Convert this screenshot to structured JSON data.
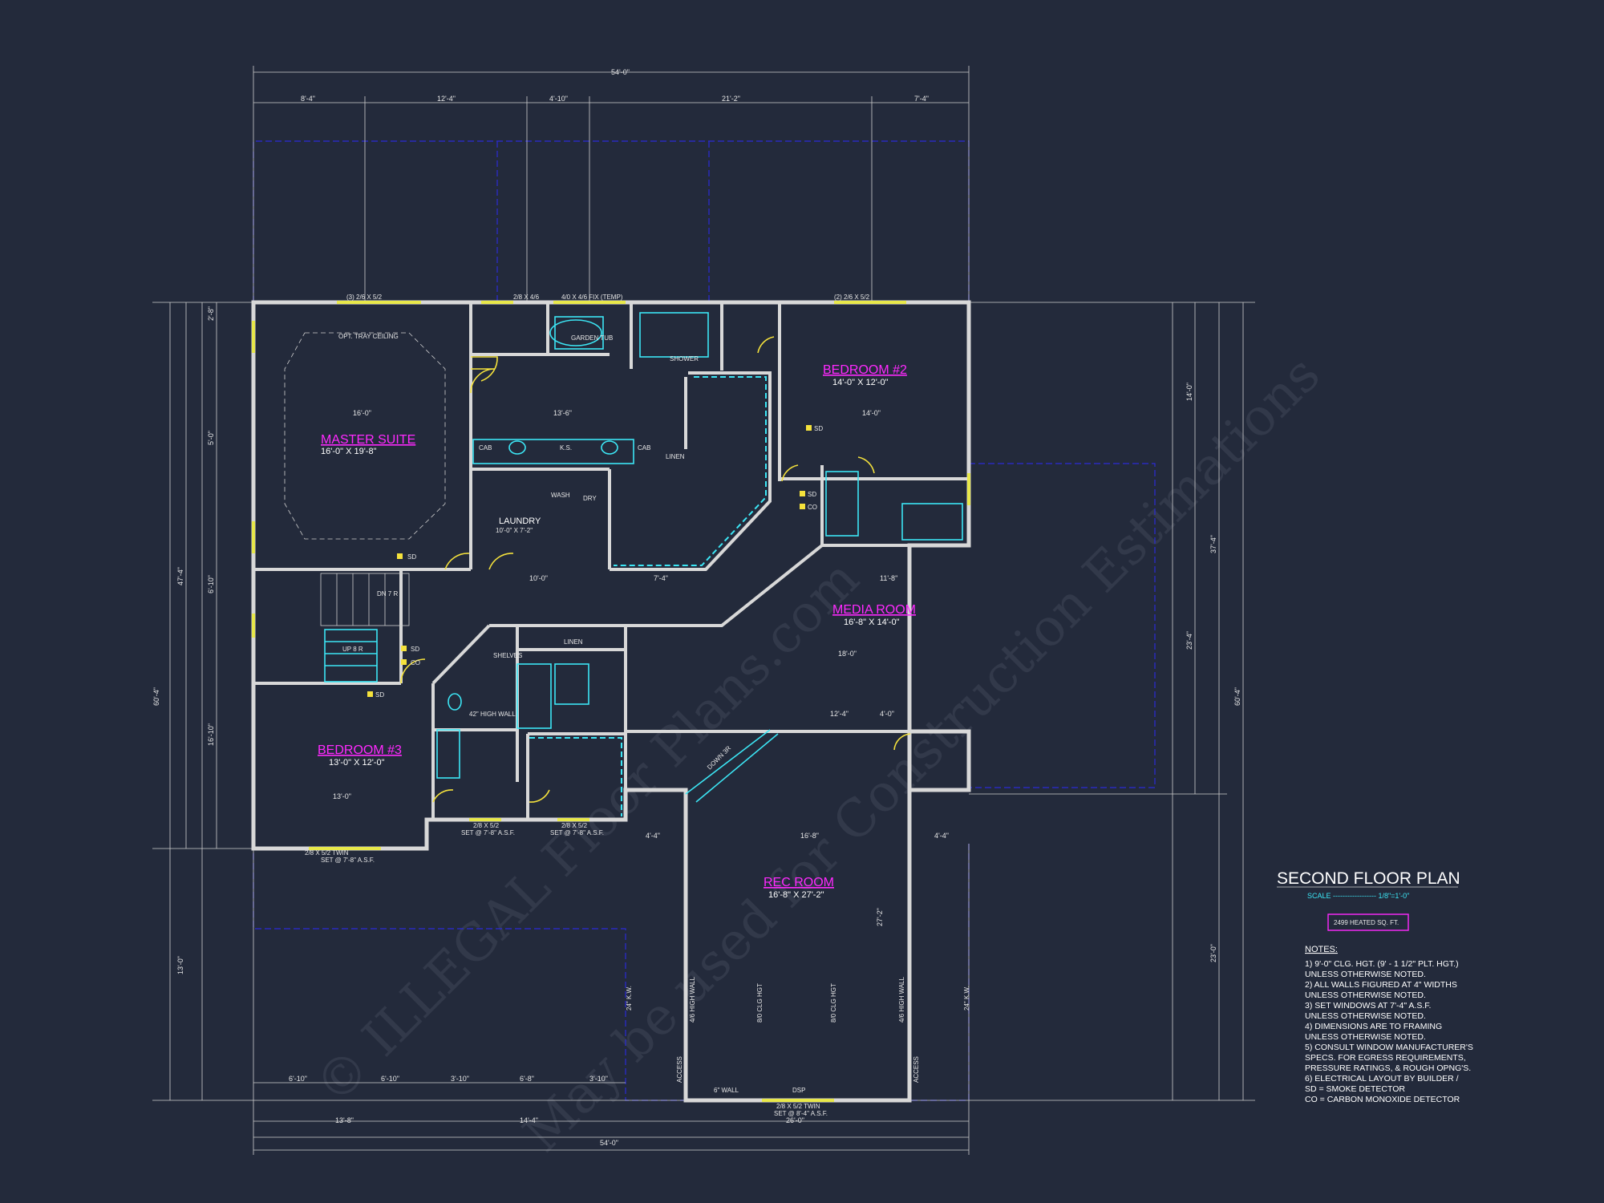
{
  "colors": {
    "background": "#232a3b",
    "walls": "#d8d8d8",
    "room_names": "#ff29ff",
    "fixtures": "#3ce6f5",
    "doors": "#f5e23c",
    "footprint": "#2b2bd6"
  },
  "watermark": {
    "line1": "© ILLEGAL Floor Plans.com",
    "line2": "May be used for Construction Estimations"
  },
  "rooms": {
    "master": {
      "name": "MASTER SUITE",
      "size": "16'-0\" X 19'-8\""
    },
    "bedroom2": {
      "name": "BEDROOM #2",
      "size": "14'-0\" X 12'-0\""
    },
    "media": {
      "name": "MEDIA ROOM",
      "size": "16'-8\" X 14'-0\""
    },
    "bedroom3": {
      "name": "BEDROOM #3",
      "size": "13'-0\" X 12'-0\""
    },
    "rec": {
      "name": "REC ROOM",
      "size": "16'-8\" X 27'-2\""
    },
    "laundry": {
      "name": "LAUNDRY",
      "size": "10'-0\" X 7'-2\""
    }
  },
  "dimensions": {
    "overall_top": "54'-0\"",
    "overall_bottom": "54'-0\"",
    "top": [
      "8'-4\"",
      "12'-4\"",
      "4'-10\"",
      "21'-2\"",
      "7'-4\""
    ],
    "bottom": [
      "13'-8\"",
      "14'-4\"",
      "26'-0\"",
      "6'-10\"",
      "6'-10\"",
      "3'-10\"",
      "6'-8\"",
      "3'-10\""
    ],
    "left": [
      "60'-4\"",
      "47'-4\"",
      "13'-0\"",
      "5'-0\"",
      "6'-10\"",
      "16'-10\"",
      "2'-8\""
    ],
    "right": [
      "14'-0\"",
      "37'-4\"",
      "23'-4\"",
      "23'-0\"",
      "60'-4\""
    ],
    "interior": [
      "16'-0\"",
      "13'-6\"",
      "14'-0\"",
      "10'-0\"",
      "7'-4\"",
      "11'-8\"",
      "18'-0\"",
      "12'-4\"",
      "13'-0\"",
      "16'-8\"",
      "4'-4\"",
      "4'-4\"",
      "4'-0\"",
      "27'-2\""
    ]
  },
  "labels": {
    "windows": [
      "(3) 2/6 X 5/2",
      "2/8 X 4/6",
      "4/0 X 4/6 FIX (TEMP)",
      "(2) 2/6 X 5/2",
      "2/8 X 5/2 TWIN",
      "SET @ 7'-8\" A.S.F.",
      "2/8 X 5/2",
      "SET @ 7'-8\" A.S.F.",
      "2/8 X 5/2",
      "SET @ 7'-8\" A.S.F.",
      "2/8 X 5/2 TWIN",
      "SET @ 8'-4\" A.S.F."
    ],
    "tray_ceiling": "OPT. TRAY CEILING",
    "garden_tub": "GARDEN TUB",
    "shower": "SHOWER",
    "wash": "WASH",
    "dry": "DRY",
    "linen": "LINEN",
    "shelves": "SHELVES",
    "dn": "DN 7 R",
    "up": "UP 8 R",
    "ks": "K.S.",
    "cab": "CAB",
    "sd": "SD",
    "co": "CO",
    "high_wall": "42\" HIGH WALL",
    "six_wall": "6\" WALL",
    "dsp": "DSP",
    "down": "DOWN 3R",
    "clg_hgt_left": "8/0 CLG HGT",
    "clg_hgt_right": "8/0 CLG HGT",
    "high_wall_left": "4/6 HIGH WALL",
    "high_wall_right": "4/6 HIGH WALL",
    "access": "ACCESS",
    "kw": "24\" K.W."
  },
  "title_block": {
    "title": "SECOND FLOOR PLAN",
    "scale": "SCALE ------------------ 1/8\"=1'-0\"",
    "area": "2499 HEATED SQ. FT."
  },
  "notes": {
    "heading": "NOTES:",
    "lines": [
      "1) 9'-0\" CLG. HGT. (9' - 1 1/2\" PLT. HGT.)",
      "    UNLESS OTHERWISE NOTED.",
      "2) ALL WALLS FIGURED AT 4\" WIDTHS",
      "    UNLESS OTHERWISE NOTED.",
      "3) SET WINDOWS AT 7'-4\" A.S.F.",
      "    UNLESS OTHERWISE NOTED.",
      "4) DIMENSIONS ARE TO FRAMING",
      "    UNLESS OTHERWISE NOTED.",
      "5) CONSULT WINDOW MANUFACTURER'S",
      "    SPECS. FOR EGRESS REQUIREMENTS,",
      "    PRESSURE RATINGS, & ROUGH OPNG'S.",
      "6) ELECTRICAL LAYOUT BY BUILDER /",
      "    SD = SMOKE DETECTOR",
      "    CO = CARBON MONOXIDE DETECTOR"
    ]
  }
}
